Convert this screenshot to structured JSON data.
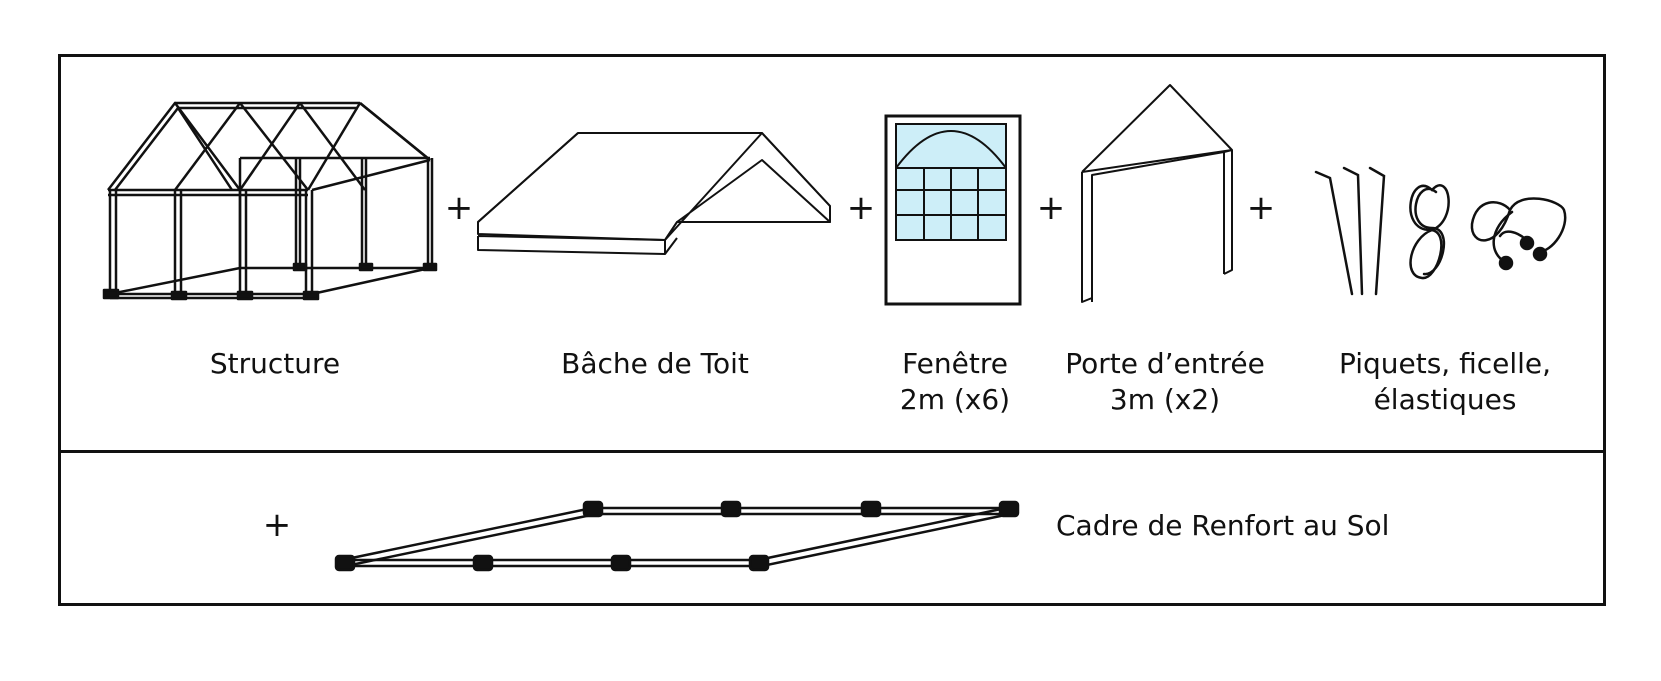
{
  "components": [
    {
      "label": "Structure",
      "icon": "tent-frame-icon"
    },
    {
      "label": "Bâche de Toit",
      "icon": "roof-cover-icon"
    },
    {
      "label_line1": "Fenêtre",
      "label_line2": "2m (x6)",
      "icon": "window-panel-icon"
    },
    {
      "label_line1": "Porte d’entrée",
      "label_line2": "3m (x2)",
      "icon": "entrance-door-icon"
    },
    {
      "label_line1": "Piquets, ficelle,",
      "label_line2": "élastiques",
      "icon": "stakes-rope-bungee-icon"
    }
  ],
  "extra": {
    "label": "Cadre de Renfort au Sol",
    "icon": "ground-reinforcement-frame-icon"
  },
  "plus_symbol": "+",
  "colors": {
    "line": "#111111",
    "window_glass": "#cdeef8"
  }
}
